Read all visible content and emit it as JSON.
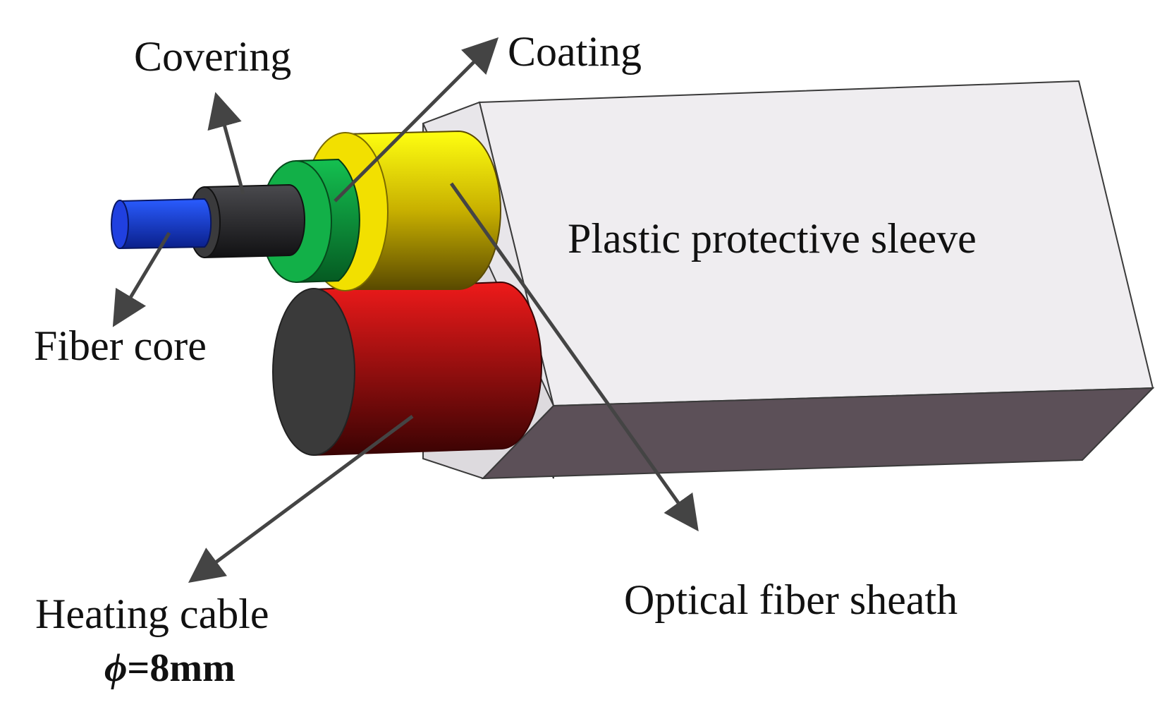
{
  "labels": {
    "covering": "Covering",
    "coating": "Coating",
    "plastic_sleeve": "Plastic protective sleeve",
    "fiber_core": "Fiber core",
    "optical_sheath": "Optical fiber sheath",
    "heating_cable": "Heating cable",
    "diameter_symbol": "ϕ",
    "diameter_value": "=8mm"
  },
  "colors": {
    "fiber_core": "#1a3fd6",
    "covering": "#2c2c2e",
    "coating": "#10a040",
    "sheath": "#f2e000",
    "heating_cable": "#d01010",
    "cable_end": "#3a3a3a",
    "sleeve_front": "#e4e1e5",
    "sleeve_side": "#f0eef1",
    "sleeve_bottom": "#5c5058",
    "arrow": "#444444"
  }
}
